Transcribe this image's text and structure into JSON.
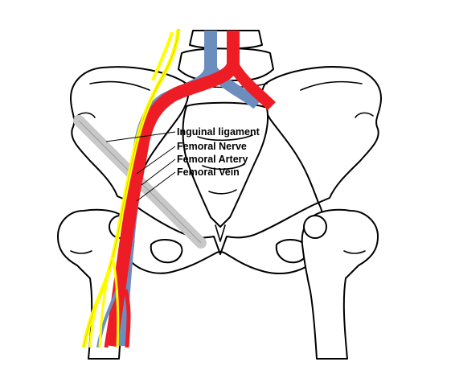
{
  "colors": {
    "artery": "#ee1c24",
    "vein": "#6c8ebf",
    "nerve": "#ffff00",
    "ligament": "#c8c8c8",
    "outline": "#000000"
  },
  "labels": [
    {
      "id": "inguinal-ligament",
      "text": "Inguinal ligament"
    },
    {
      "id": "femoral-nerve",
      "text": "Femoral Nerve"
    },
    {
      "id": "femoral-artery",
      "text": "Femoral Artery"
    },
    {
      "id": "femoral-vein",
      "text": "Femoral Vein"
    }
  ]
}
